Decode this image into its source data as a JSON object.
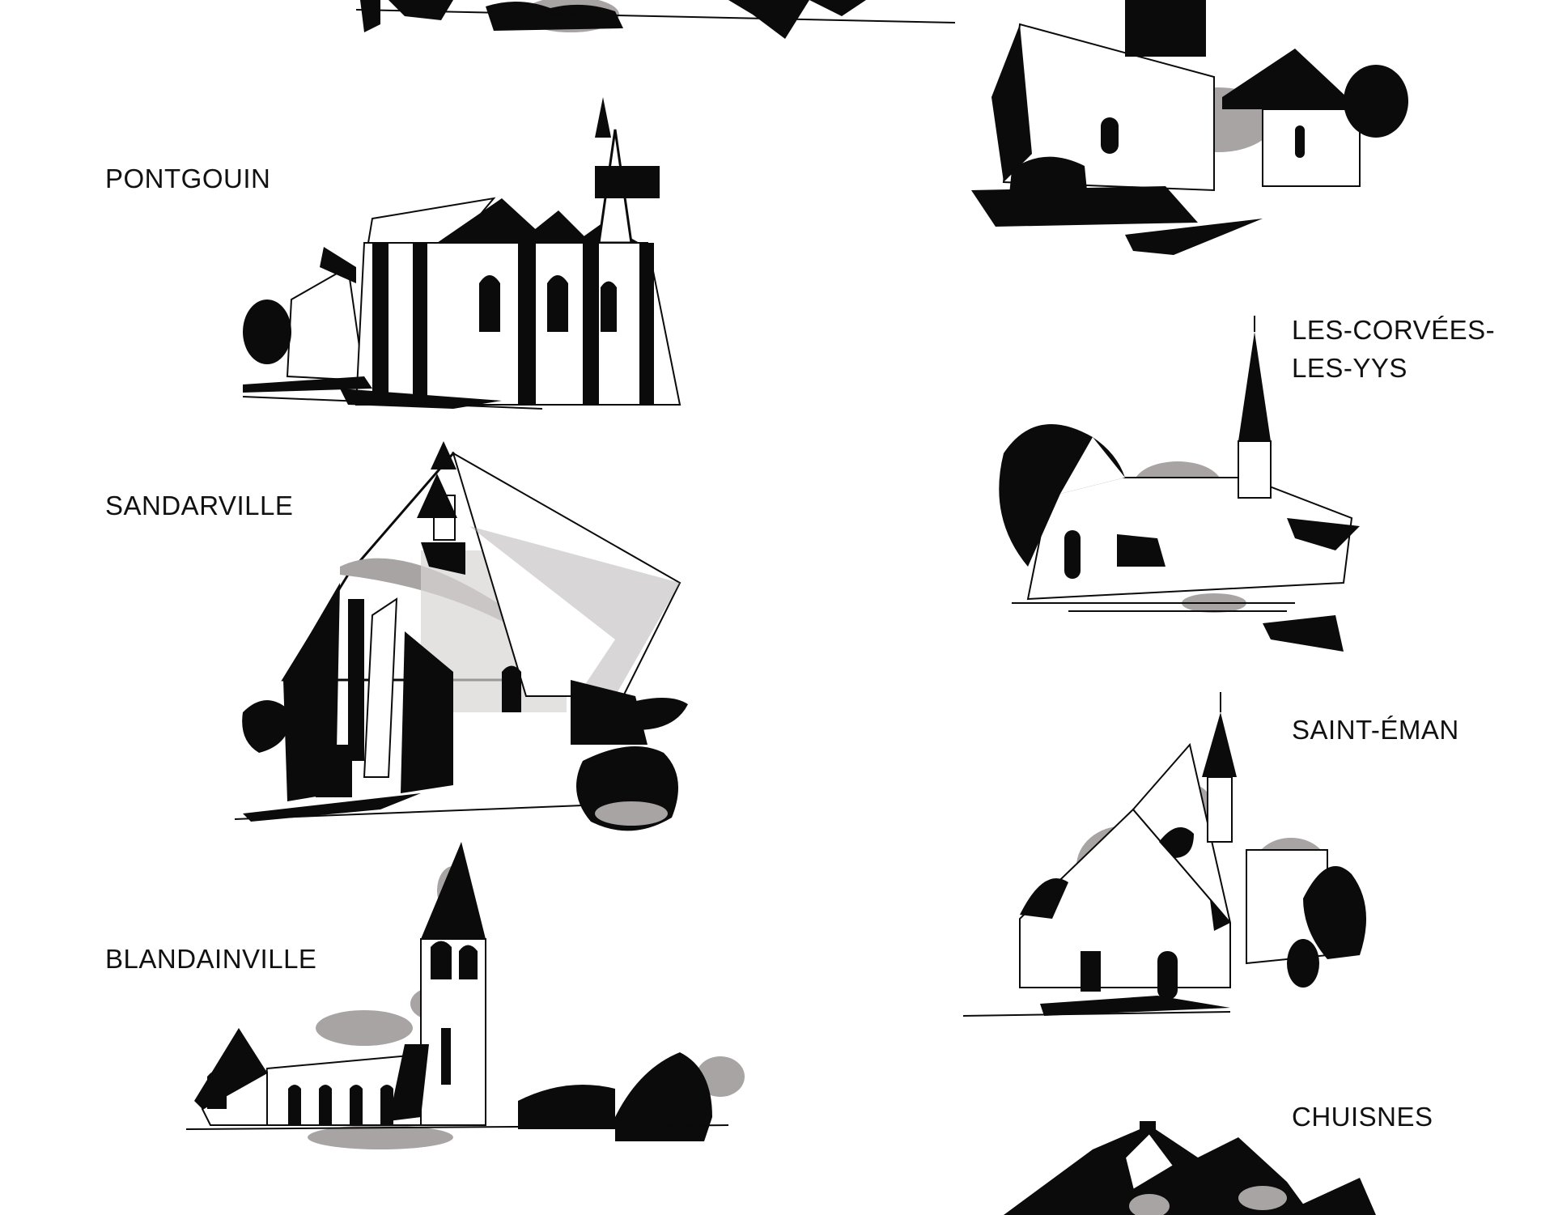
{
  "colors": {
    "ink": "#0b0b0b",
    "shade": "#a9a4a4",
    "background": "#ffffff"
  },
  "labels": {
    "pontgouin": "PONTGOUIN",
    "sandarville": "SANDARVILLE",
    "blandainville": "BLANDAINVILLE",
    "corvees_line1": "LES-CORVÉES-",
    "corvees_line2": "LES-YYS",
    "saint_eman": "SAINT-ÉMAN",
    "chuisnes": "CHUISNES"
  }
}
